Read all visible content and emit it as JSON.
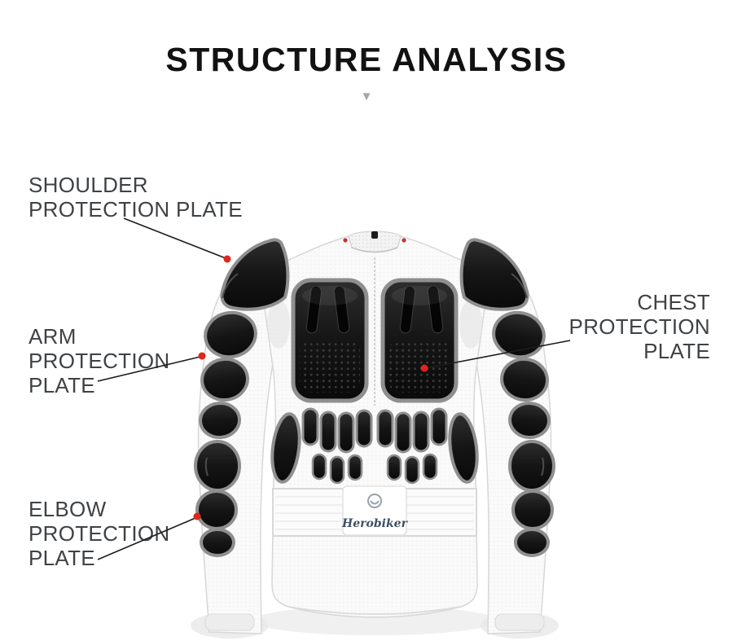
{
  "page": {
    "title": "STRUCTURE ANALYSIS",
    "down_arrow_icon": "▼"
  },
  "callouts": {
    "shoulder": {
      "lines": [
        "SHOULDER",
        "PROTECTION PLATE"
      ]
    },
    "arm": {
      "lines": [
        "ARM",
        "PROTECTION",
        "PLATE"
      ]
    },
    "elbow": {
      "lines": [
        "ELBOW",
        "PROTECTION",
        "PLATE"
      ]
    },
    "chest": {
      "lines": [
        "CHEST",
        "PROTECTION",
        "PLATE"
      ]
    }
  },
  "product": {
    "brand": "Herobiker"
  },
  "colors": {
    "marker": "#e0251b",
    "line": "#1c1c1c",
    "label_text": "#3f4245",
    "title_text": "#121212"
  }
}
